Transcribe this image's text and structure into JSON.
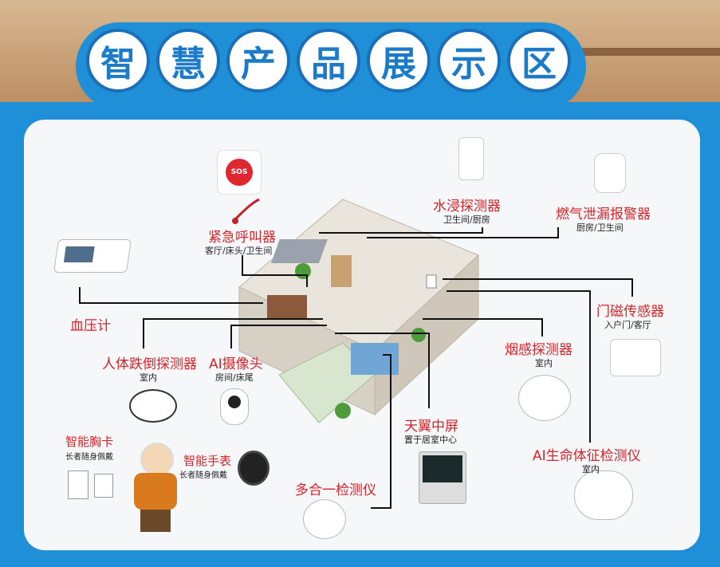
{
  "title_chars": [
    "智",
    "慧",
    "产",
    "品",
    "展",
    "示",
    "区"
  ],
  "colors": {
    "board_blue": "#1f8fd8",
    "label_red": "#d4242a",
    "title_text": "#1b7bc8"
  },
  "devices": {
    "emergency_call": {
      "label": "紧急呼叫器",
      "location": "客厅/床头/卫生间",
      "badge": "SOS"
    },
    "water_detector": {
      "label": "水浸探测器",
      "location": "卫生间/厨房"
    },
    "gas_alarm": {
      "label": "燃气泄漏报警器",
      "location": "厨房/卫生间"
    },
    "blood_pressure": {
      "label": "血压计"
    },
    "door_sensor": {
      "label": "门磁传感器",
      "location": "入户门/客厅"
    },
    "fall_detector": {
      "label": "人体跌倒探测器",
      "location": "室内"
    },
    "ai_camera": {
      "label": "AI摄像头",
      "location": "房间/床尾"
    },
    "smoke_detector": {
      "label": "烟感探测器",
      "location": "室内"
    },
    "tianyi_screen": {
      "label": "天翼中屏",
      "location": "置于居室中心"
    },
    "vital_signs": {
      "label": "AI生命体征检测仪",
      "location": "室内"
    },
    "smart_badge": {
      "label": "智能胸卡",
      "location": "长者随身佩戴"
    },
    "smart_watch": {
      "label": "智能手表",
      "location": "长者随身佩戴"
    },
    "multi_detector": {
      "label": "多合一检测仪"
    }
  }
}
